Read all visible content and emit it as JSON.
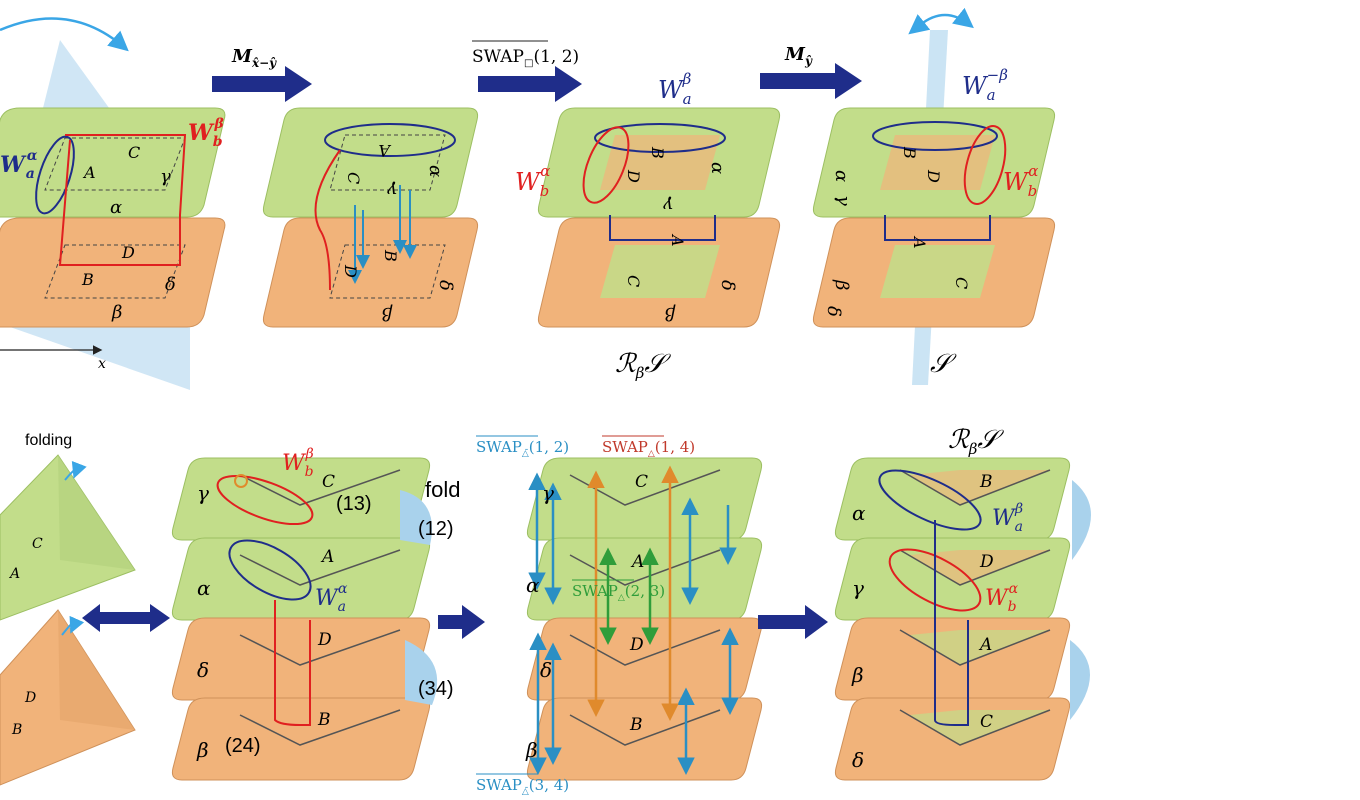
{
  "colors": {
    "green_layer": "#c2dd8a",
    "orange_layer": "#f1b37a",
    "blue_plane": "#a9d2ec",
    "navy": "#1f2d8a",
    "red": "#e02020",
    "cyan_arrow": "#2a8fc4",
    "orange_arrow": "#e08a2c",
    "green_arrow": "#2f9d3a"
  },
  "top_row": {
    "axis_label": "x",
    "panel1": {
      "layer_labels": [
        "C",
        "A",
        "α",
        "γ",
        "D",
        "B",
        "β",
        "δ"
      ],
      "loop_labels": {
        "wa_sym": "W",
        "wa_sub": "a",
        "wa_sup": "α",
        "wb_sym": "W",
        "wb_sub": "b",
        "wb_sup": "β"
      }
    },
    "op1": {
      "sym": "M",
      "sub": "x̂−ŷ"
    },
    "panel2": {
      "layer_labels": [
        "A",
        "C",
        "α",
        "γ",
        "D",
        "B",
        "β",
        "δ"
      ]
    },
    "op2": {
      "text": "SWAP",
      "sub": "□",
      "args": "(1, 2)"
    },
    "panel3": {
      "layer_labels": [
        "B",
        "D",
        "α",
        "γ",
        "A",
        "C",
        "β",
        "δ"
      ],
      "loop_labels": {
        "wa_sym": "W",
        "wa_sub": "a",
        "wa_sup": "β",
        "wb_sym": "W",
        "wb_sub": "b",
        "wb_sup": "α"
      },
      "caption": {
        "r": "ℛ",
        "sub": "β",
        "s": "𝒮"
      }
    },
    "op3": {
      "sym": "M",
      "sub": "ŷ"
    },
    "panel4": {
      "layer_labels": [
        "B",
        "D",
        "α",
        "γ",
        "A",
        "C",
        "β",
        "δ"
      ],
      "loop_labels": {
        "wa_sym": "W",
        "wa_sub": "a",
        "wa_sup": "−β",
        "wb_sym": "W",
        "wb_sub": "b",
        "wb_sup": "α"
      },
      "caption": {
        "s": "𝒮"
      }
    }
  },
  "bottom_row": {
    "folding_label": "folding",
    "folded_labels": [
      "C",
      "A",
      "D",
      "B"
    ],
    "panel5": {
      "layer_greek": [
        "γ",
        "α",
        "δ",
        "β"
      ],
      "layer_letters": [
        "C",
        "A",
        "D",
        "B"
      ],
      "fold_label": "fold",
      "pair_labels": [
        "(13)",
        "(12)",
        "(34)",
        "(24)"
      ],
      "loop_labels": {
        "wb_sym": "W",
        "wb_sub": "b",
        "wb_sup": "β",
        "wa_sym": "W",
        "wa_sub": "a",
        "wa_sup": "α"
      }
    },
    "panel6": {
      "layer_greek": [
        "γ",
        "α",
        "δ",
        "β"
      ],
      "layer_letters": [
        "C",
        "A",
        "D",
        "B"
      ],
      "swap_labels": [
        {
          "text": "SWAP",
          "sub": "△̄",
          "args": "(1, 2)"
        },
        {
          "text": "SWAP",
          "sub": "△",
          "args": "(1, 4)"
        },
        {
          "text": "SWAP",
          "sub": "△",
          "args": "(2, 3)"
        },
        {
          "text": "SWAP",
          "sub": "△̄",
          "args": "(3, 4)"
        }
      ]
    },
    "panel7": {
      "title": {
        "r": "ℛ",
        "sub": "β",
        "s": "𝒮"
      },
      "layer_greek": [
        "α",
        "γ",
        "β",
        "δ"
      ],
      "layer_letters": [
        "B",
        "D",
        "A",
        "C"
      ],
      "loop_labels": {
        "wa_sym": "W",
        "wa_sub": "a",
        "wa_sup": "β",
        "wb_sym": "W",
        "wb_sub": "b",
        "wb_sup": "α"
      }
    }
  }
}
